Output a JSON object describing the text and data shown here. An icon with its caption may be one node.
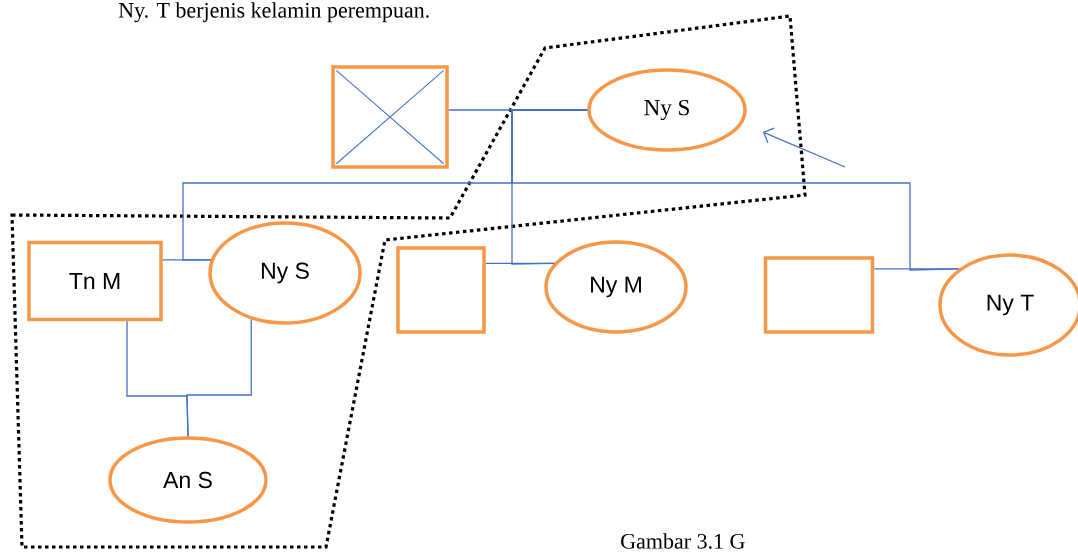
{
  "diagram": {
    "caption": "Gambar 3.1 G",
    "nodes": [
      {
        "text": [],
        "shape": "box"
      },
      {
        "text": [
          "Ny S"
        ]
      },
      {
        "text": [
          "Tn M"
        ]
      },
      {
        "text": [
          "Ny S"
        ]
      },
      {
        "text": [],
        "shape": "box"
      },
      {
        "text": [
          "Ny M"
        ]
      },
      {
        "text": [],
        "shape": "box"
      },
      {
        "text": [
          "Ny T"
        ]
      },
      {
        "text": [
          "An S"
        ]
      }
    ],
    "edges": [
      {
        "from": 0,
        "to": 1,
        "arrow": "none"
      },
      {
        "from": 1,
        "to": 3,
        "arrow": "none"
      },
      {
        "from": 1,
        "to": 5,
        "arrow": "none"
      },
      {
        "from": 1,
        "to": 7,
        "arrow": "none"
      },
      {
        "from": 2,
        "to": 3,
        "arrow": "none"
      },
      {
        "from": 4,
        "to": 5,
        "arrow": "none"
      },
      {
        "from": 6,
        "to": 7,
        "arrow": "none"
      },
      {
        "from": 2,
        "to": 8,
        "arrow": "none"
      },
      {
        "from": 3,
        "to": 8,
        "arrow": "none"
      },
      {
        "from": null,
        "to": 1,
        "arrow": "to"
      }
    ],
    "labels": [
      "Ny. T berjenis kelamin perempuan."
    ]
  }
}
